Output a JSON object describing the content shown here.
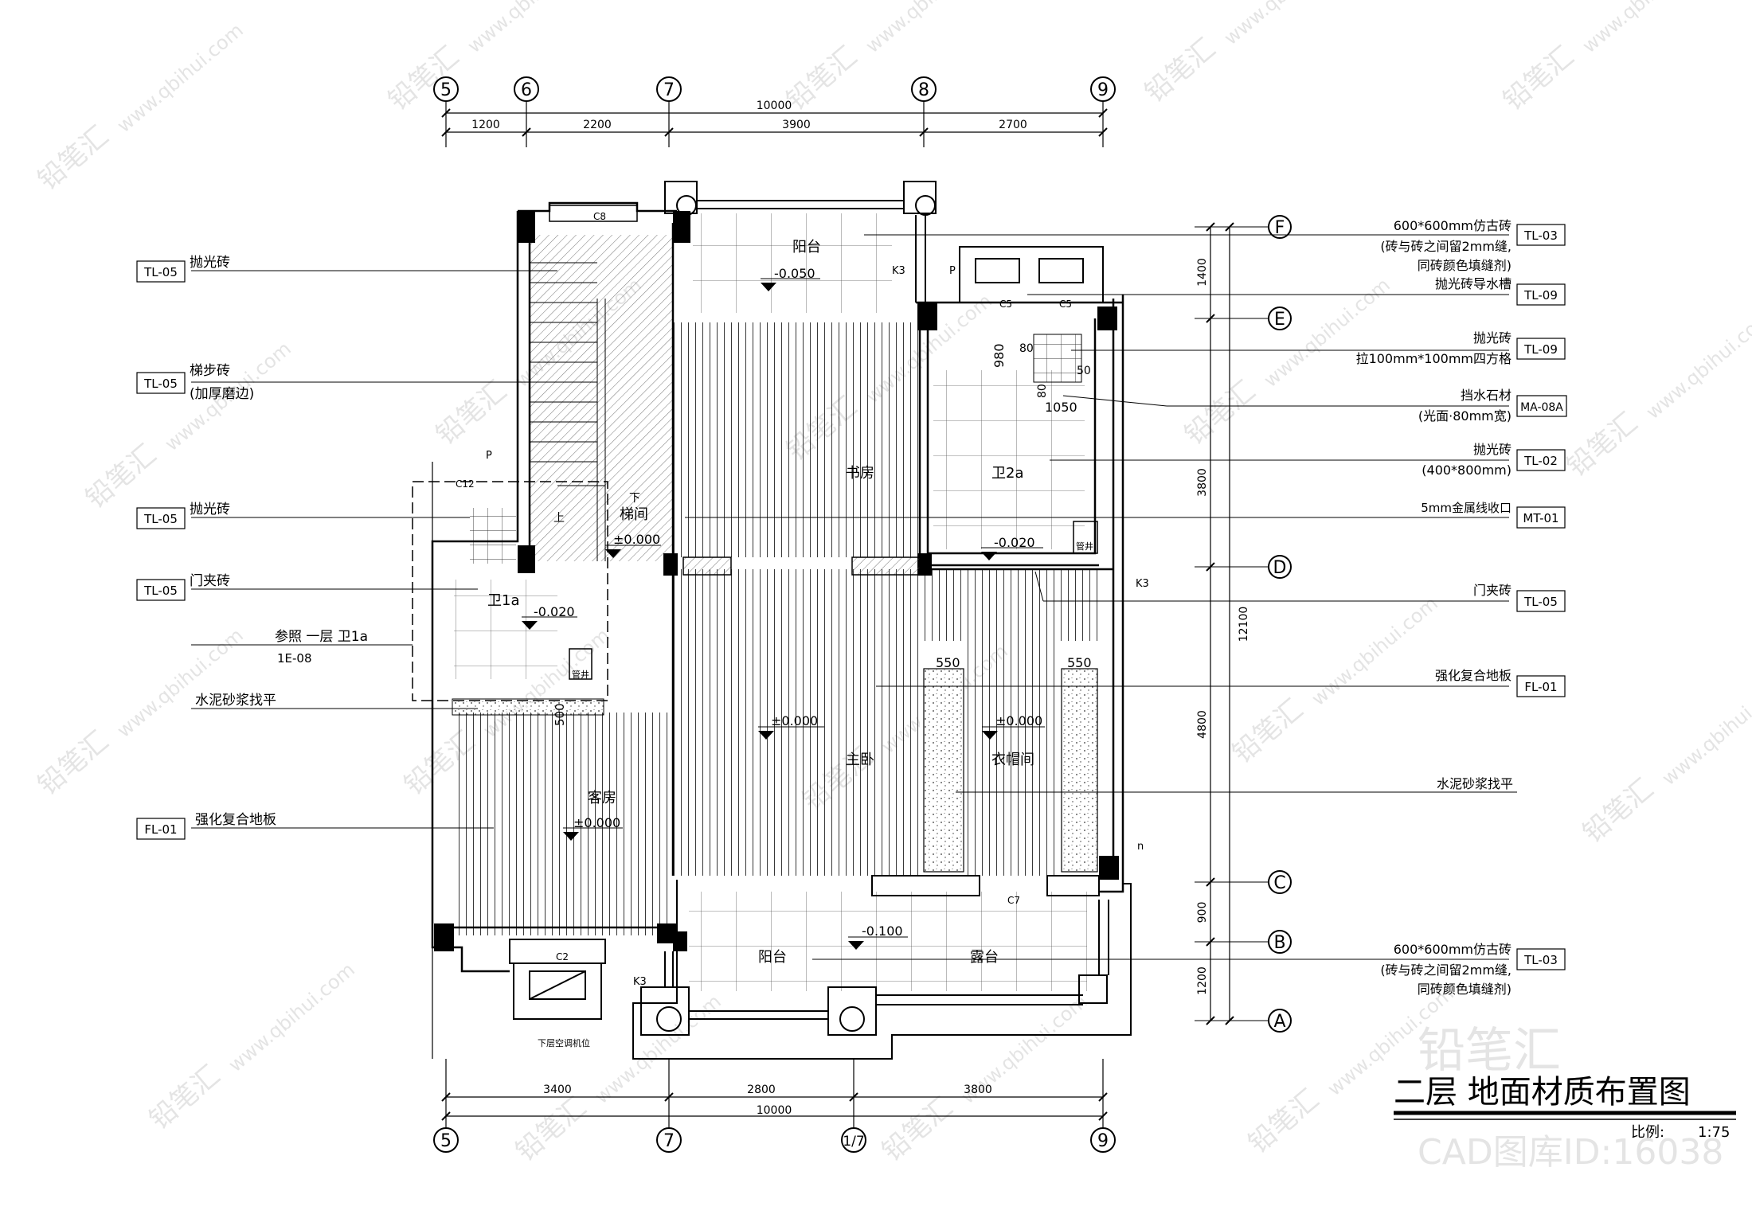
{
  "title": "二层 地面材质布置图",
  "scale": {
    "label": "比例:",
    "value": "1:75"
  },
  "watermarks": {
    "brand": "铅笔汇",
    "site": "www.qbihui.com",
    "id_text": "CAD图库ID:16038"
  },
  "axes": {
    "top": [
      "5",
      "6",
      "7",
      "8",
      "9"
    ],
    "bottom": [
      "5",
      "7",
      "1/7",
      "9"
    ],
    "right": [
      "F",
      "E",
      "D",
      "C",
      "B",
      "A"
    ]
  },
  "dims": {
    "top_total": "10000",
    "top_parts": [
      "1200",
      "2200",
      "3900",
      "2700"
    ],
    "bottom_total": "10000",
    "bottom_parts": [
      "3400",
      "2800",
      "3800"
    ],
    "right_total": "12100",
    "right_parts": [
      "1400",
      "3800",
      "4800",
      "900",
      "1200"
    ]
  },
  "rooms": {
    "balcony_top": "阳台",
    "study": "书房",
    "bath2a": "卫2a",
    "stair": "梯间",
    "bath1a": "卫1a",
    "master": "主卧",
    "closet": "衣帽间",
    "guest": "客房",
    "balcony_bottom": "阳台",
    "terrace": "露台"
  },
  "levels": {
    "balcony_top": "-0.050",
    "bath2a": "-0.020",
    "stair": "±0.000",
    "bath1a": "-0.020",
    "master": "±0.000",
    "closet": "±0.000",
    "guest": "±0.000",
    "balcony_bottom": "-0.100"
  },
  "small_labels": {
    "c8": "C8",
    "c5a": "C5",
    "c5b": "C5",
    "c7": "C7",
    "c2": "C2",
    "c12": "C12",
    "k3_top": "K3",
    "k3_right": "K3",
    "k3_bottom": "K3",
    "p_top": "P",
    "p_left": "P",
    "n": "n",
    "shaft_left": "管井",
    "shaft_right": "管井",
    "up": "上",
    "down": "下",
    "ac": "下层空调机位",
    "d980": "980",
    "d80a": "80",
    "d80b": "80",
    "d1050": "1050",
    "d50": "50",
    "d550a": "550",
    "d550b": "550",
    "d500": "500"
  },
  "left_callouts": [
    {
      "code": "TL-05",
      "lines": [
        "抛光砖"
      ]
    },
    {
      "code": "TL-05",
      "lines": [
        "梯步砖",
        "(加厚磨边)"
      ]
    },
    {
      "code": "TL-05",
      "lines": [
        "抛光砖"
      ]
    },
    {
      "code": "TL-05",
      "lines": [
        "门夹砖"
      ]
    },
    {
      "code": "",
      "lines": [
        "参照 一层 卫1a",
        "1E-08"
      ]
    },
    {
      "code": "",
      "lines": [
        "水泥砂浆找平"
      ]
    },
    {
      "code": "FL-01",
      "lines": [
        "强化复合地板"
      ]
    }
  ],
  "right_callouts": [
    {
      "code": "TL-03",
      "lines": [
        "600*600mm仿古砖",
        "(砖与砖之间留2mm缝,",
        "同砖颜色填缝剂)"
      ]
    },
    {
      "code": "TL-09",
      "lines": [
        "抛光砖导水槽"
      ]
    },
    {
      "code": "TL-09",
      "lines": [
        "抛光砖",
        "拉100mm*100mm四方格"
      ]
    },
    {
      "code": "MA-08A",
      "lines": [
        "挡水石材",
        "(光面·80mm宽)"
      ]
    },
    {
      "code": "TL-02",
      "lines": [
        "抛光砖",
        "(400*800mm)"
      ]
    },
    {
      "code": "MT-01",
      "lines": [
        "5mm金属线收口"
      ]
    },
    {
      "code": "TL-05",
      "lines": [
        "门夹砖"
      ]
    },
    {
      "code": "FL-01",
      "lines": [
        "强化复合地板"
      ]
    },
    {
      "code": "",
      "lines": [
        "水泥砂浆找平"
      ]
    },
    {
      "code": "TL-03",
      "lines": [
        "600*600mm仿古砖",
        "(砖与砖之间留2mm缝,",
        "同砖颜色填缝剂)"
      ]
    }
  ]
}
